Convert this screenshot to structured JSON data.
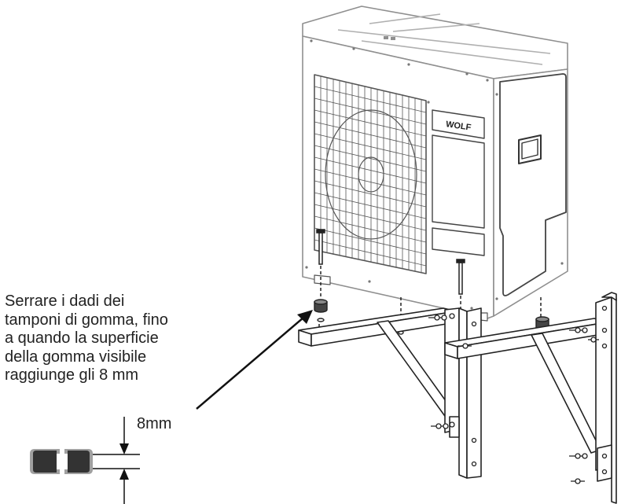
{
  "instruction": {
    "lines": [
      "Serrare i dadi dei",
      "tamponi di gomma, fino",
      "a quando la superficie",
      "della gomma visibile",
      "raggiunge gli 8 mm"
    ]
  },
  "dimension": {
    "label": "8mm"
  },
  "unit_logo": {
    "text": "WOLF"
  },
  "colors": {
    "line": "#1a1a1a",
    "unit_outline": "#9a9a9a",
    "rubber": "#333333",
    "rubber_edge": "#a0a0a0"
  }
}
